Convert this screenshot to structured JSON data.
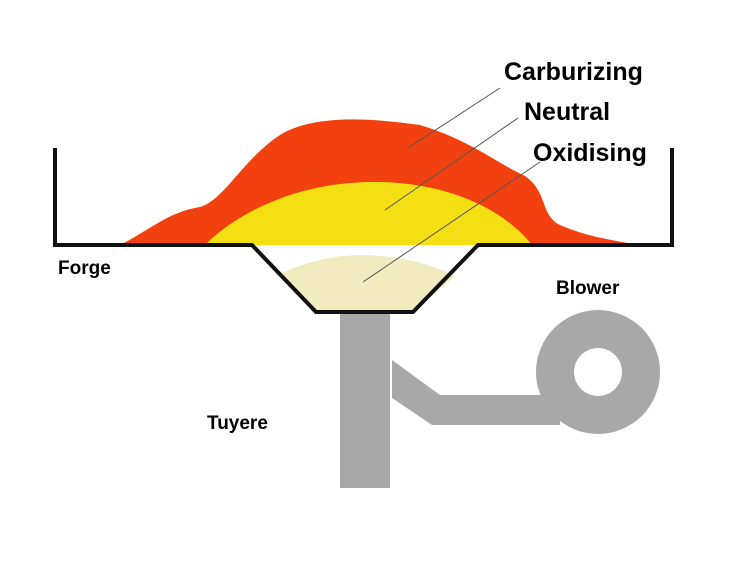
{
  "labels": {
    "carburizing": "Carburizing",
    "neutral": "Neutral",
    "oxidising": "Oxidising",
    "forge": "Forge",
    "blower": "Blower",
    "tuyere": "Tuyere"
  },
  "colors": {
    "carburizing_zone": "#f2410e",
    "neutral_zone": "#f4e012",
    "oxidising_zone": "#f3ebc0",
    "pipe": "#a8a8a8",
    "outline": "#111111",
    "leader_line": "#555555"
  }
}
